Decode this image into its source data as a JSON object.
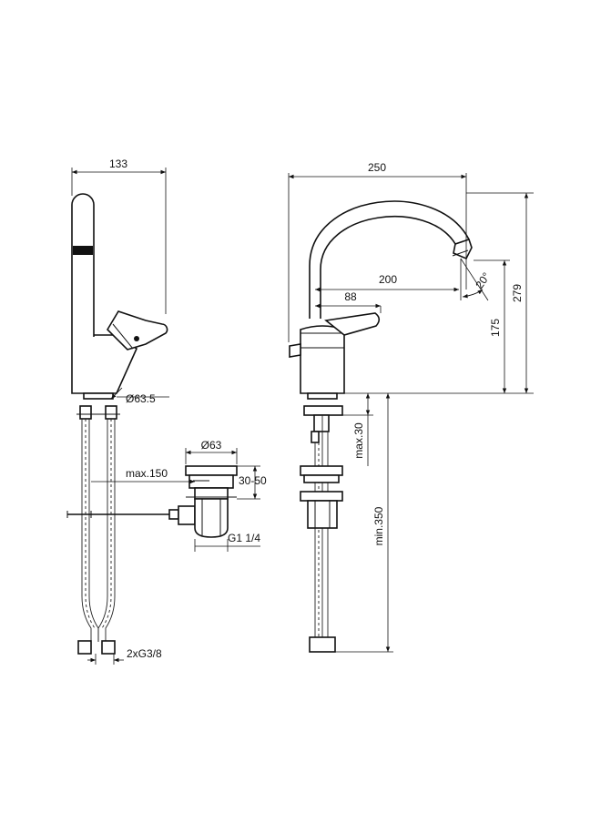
{
  "colors": {
    "line": "#111111",
    "background": "#ffffff"
  },
  "side_view": {
    "width_label": "133",
    "base_dia_label": "Ø63.5",
    "drain_dia_label": "Ø63",
    "rod_label": "max.150",
    "plug_label": "30-50",
    "thread_label": "G1 1/4",
    "hose_label": "2xG3/8"
  },
  "front_view": {
    "total_width_label": "250",
    "spout_reach_label": "200",
    "lever_label": "88",
    "angle_label": "20°",
    "spout_height_label": "175",
    "total_height_label": "279",
    "deck_label": "max.30",
    "hose_length_label": "min.350"
  }
}
